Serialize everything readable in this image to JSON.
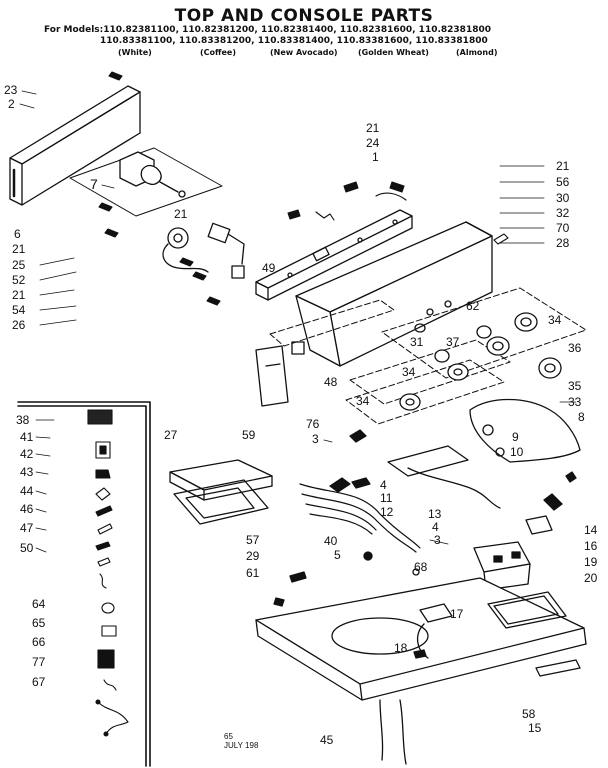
{
  "header": {
    "title": "TOP AND CONSOLE PARTS",
    "models_line1": "For Models:110.82381100, 110.82381200, 110.82381400, 110.82381600, 110.82381800",
    "models_line2": "110.83381100, 110.83381200, 110.83381400, 110.83381600, 110.83381800",
    "colors": [
      "(White)",
      "(Coffee)",
      "(New Avocado)",
      "(Golden Wheat)",
      "(Almond)"
    ]
  },
  "callouts": [
    "23",
    "2",
    "7",
    "6",
    "21",
    "25",
    "52",
    "21",
    "54",
    "26",
    "21",
    "49",
    "21",
    "24",
    "1",
    "21",
    "56",
    "30",
    "32",
    "70",
    "28",
    "62",
    "34",
    "31",
    "37",
    "36",
    "48",
    "34",
    "35",
    "33",
    "8",
    "34",
    "9",
    "10",
    "76",
    "3",
    "27",
    "59",
    "38",
    "41",
    "42",
    "43",
    "44",
    "46",
    "47",
    "50",
    "4",
    "11",
    "12",
    "13",
    "4",
    "3",
    "40",
    "5",
    "68",
    "57",
    "29",
    "61",
    "14",
    "16",
    "19",
    "20",
    "64",
    "65",
    "66",
    "77",
    "67",
    "17",
    "18",
    "58",
    "15",
    "45"
  ],
  "footer_code": "65\nJULY 198"
}
